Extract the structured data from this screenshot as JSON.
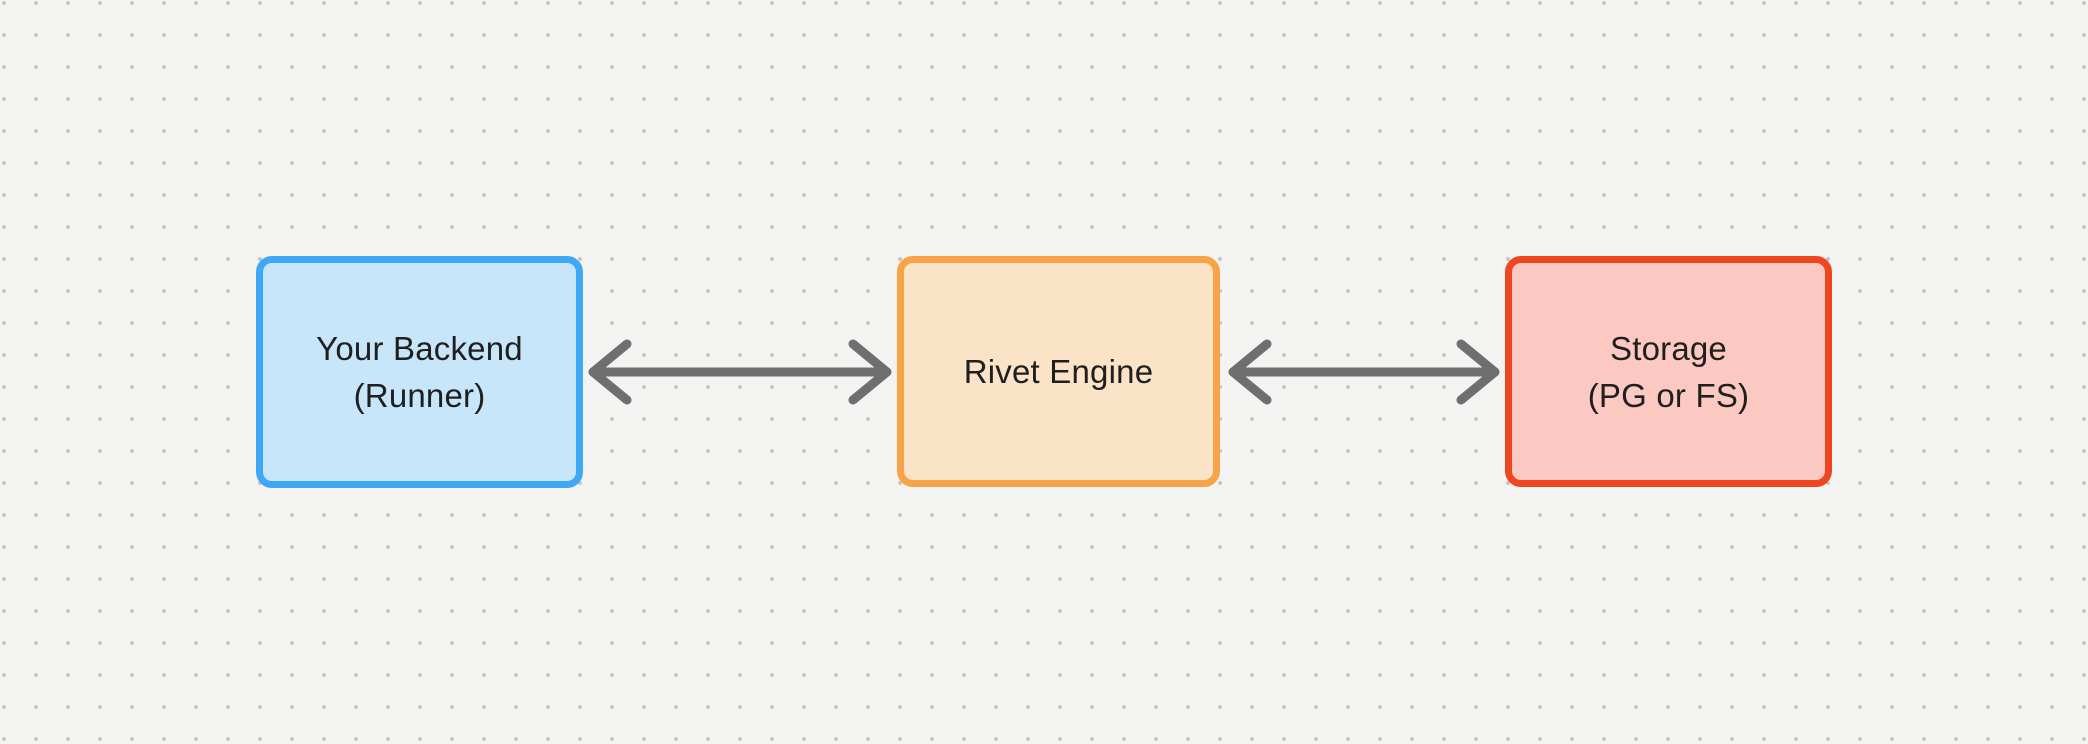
{
  "canvas": {
    "background_color": "#F3F3F1",
    "dot_color": "#C6C6C4"
  },
  "diagram": {
    "nodes": [
      {
        "id": "your-backend",
        "label_line1": "Your Backend",
        "label_line2": "(Runner)",
        "fill": "#C8E6FA",
        "border": "#3FA8F5"
      },
      {
        "id": "rivet-engine",
        "label_line1": "Rivet Engine",
        "label_line2": "",
        "fill": "#FBE3C8",
        "border": "#F7A347"
      },
      {
        "id": "storage",
        "label_line1": "Storage",
        "label_line2": "(PG or FS)",
        "fill": "#FBC9C1",
        "border": "#EE4620"
      }
    ],
    "connectors": [
      {
        "id": "backend-engine",
        "type": "double-arrow",
        "color": "#6F6F6F"
      },
      {
        "id": "engine-storage",
        "type": "double-arrow",
        "color": "#6F6F6F"
      }
    ],
    "text_color": "#1F1F1F"
  }
}
